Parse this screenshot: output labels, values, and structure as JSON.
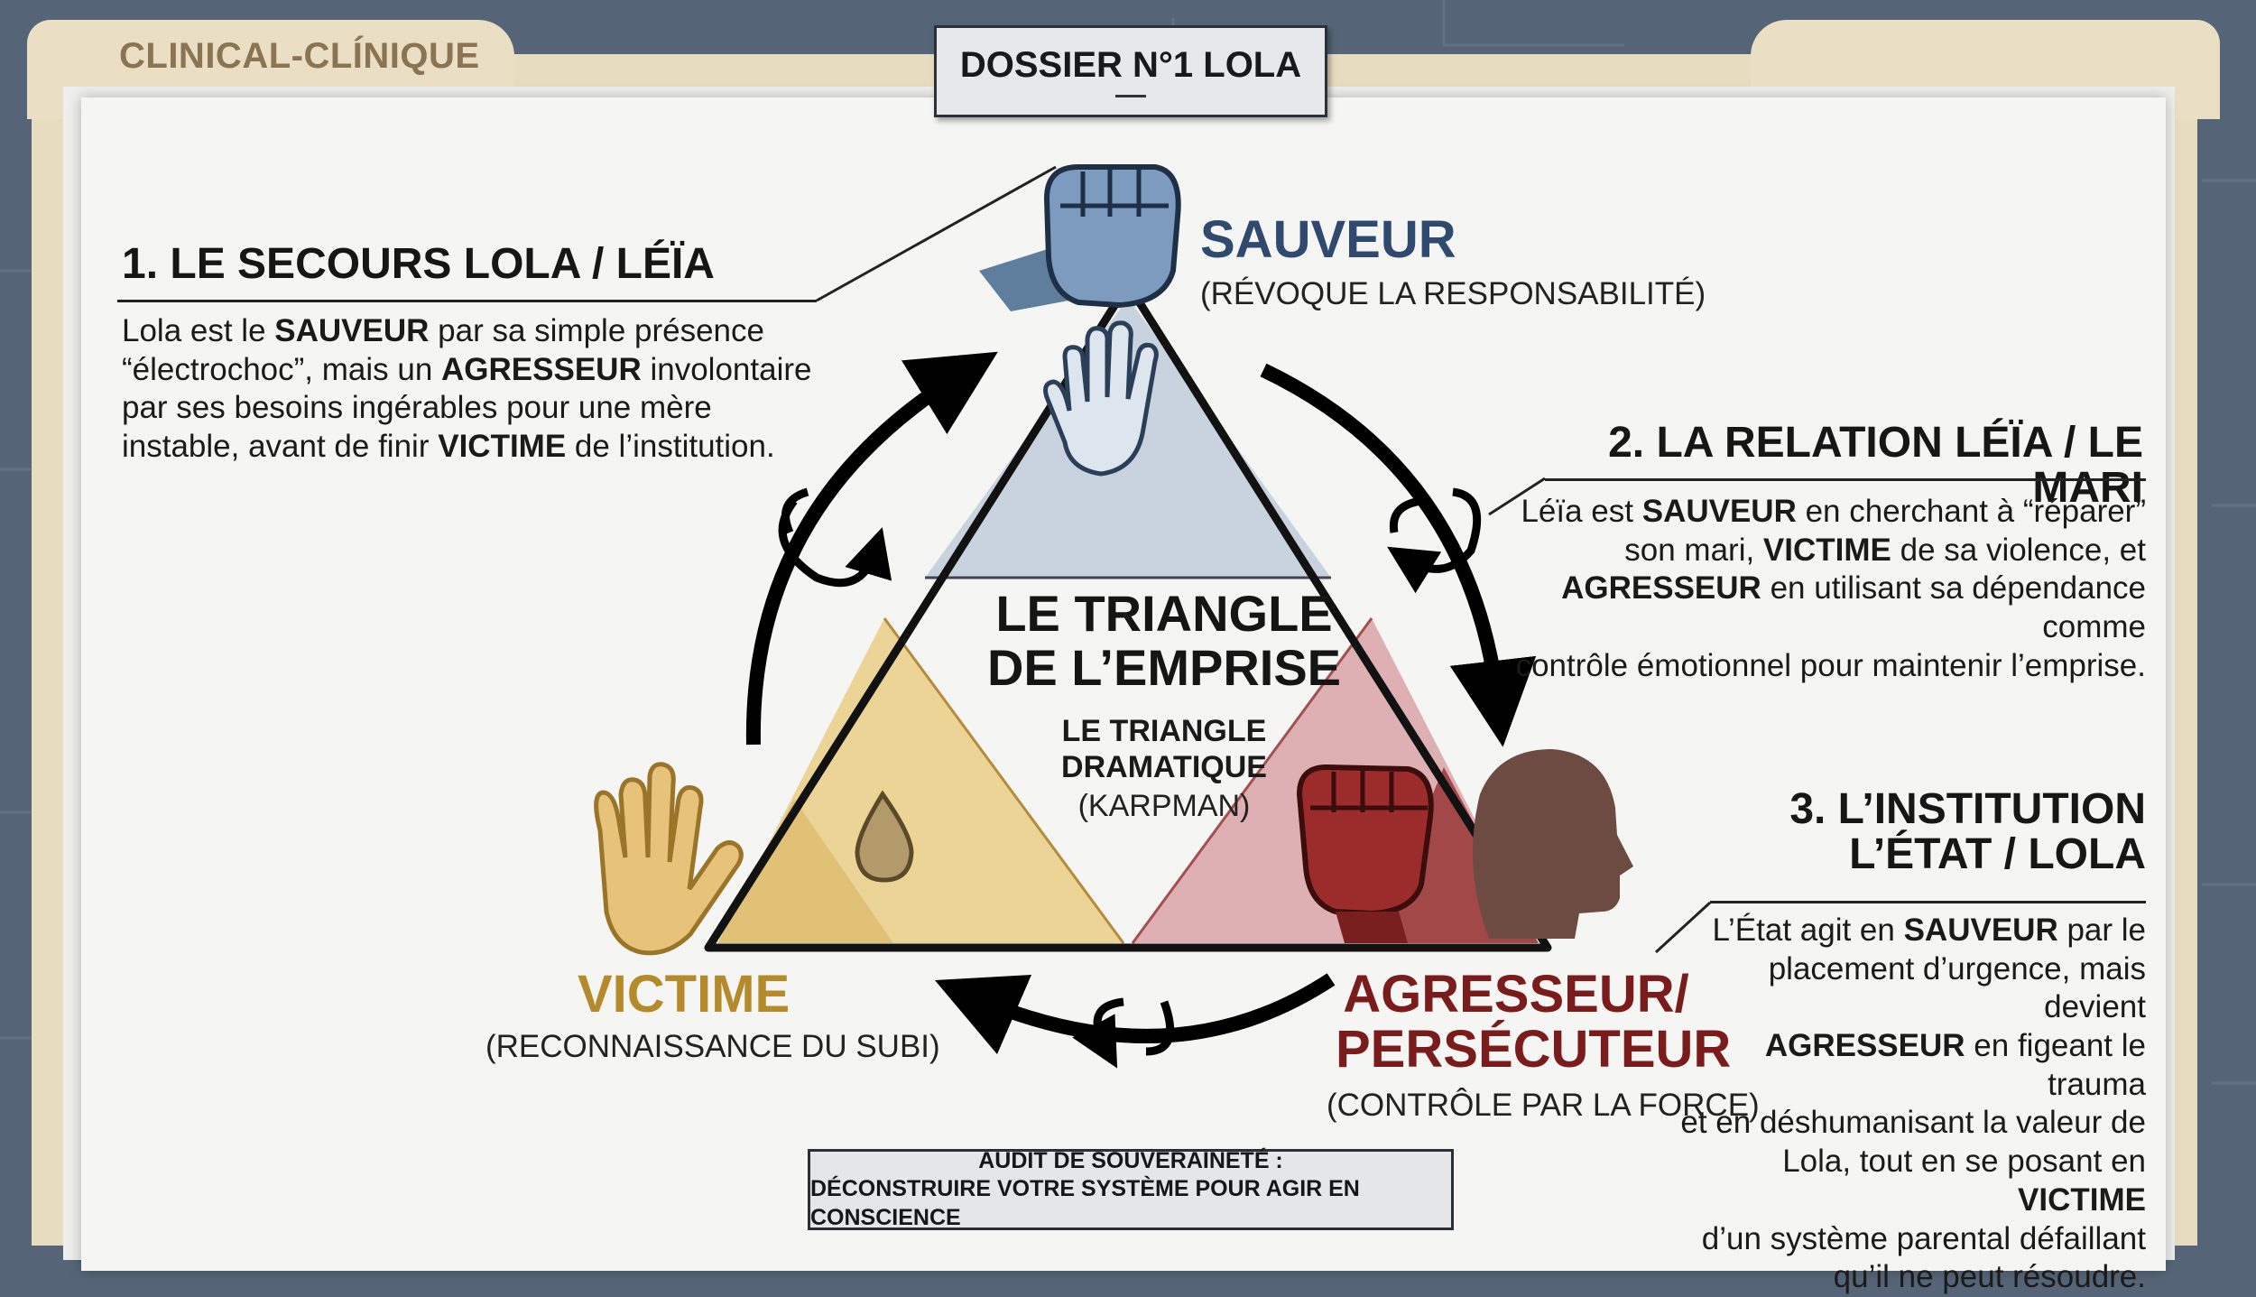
{
  "folder": {
    "tab_label": "CLINICAL-CLÍNIQUE"
  },
  "dossier": {
    "title": "DOSSIER N°1 LOLA"
  },
  "center": {
    "title_line1": "LE TRIANGLE",
    "title_line2": "DE L’EMPRISE",
    "sub_line1": "LE TRIANGLE",
    "sub_line2": "DRAMATIQUE",
    "sub_line3": "(KARPMAN)"
  },
  "roles": {
    "sauveur": {
      "name": "SAUVEUR",
      "sub": "(RÉVOQUE LA RESPONSABILITÉ)"
    },
    "victime": {
      "name": "VICTIME",
      "sub": "(RECONNAISSANCE DU SUBI)"
    },
    "agresseur": {
      "name_line1": "AGRESSEUR/",
      "name_line2": "PERSÉCUTEUR",
      "sub": "(CONTRÔLE PAR LA FORCE)"
    }
  },
  "sections": {
    "s1": {
      "title": "1. LE SECOURS LOLA / LÉÏA",
      "p": [
        [
          "Lola est le ",
          "SAUVEUR",
          " par sa simple présence"
        ],
        [
          "“électrochoc”, mais un ",
          "AGRESSEUR",
          " involontaire"
        ],
        [
          "par ses besoins ingérables pour une mère",
          "",
          ""
        ],
        [
          "instable, avant de finir ",
          "VICTIME",
          " de l’institution."
        ]
      ]
    },
    "s2": {
      "title": "2. LA RELATION LÉÏA / LE MARI",
      "p": [
        [
          "Léïa est ",
          "SAUVEUR",
          " en cherchant à “réparer”"
        ],
        [
          "son mari, ",
          "VICTIME",
          " de sa violence, et"
        ],
        [
          "",
          "AGRESSEUR",
          " en utilisant sa dépendance comme"
        ],
        [
          "contrôle émotionnel pour maintenir l’emprise.",
          "",
          ""
        ]
      ]
    },
    "s3": {
      "title_line1": "3. L’INSTITUTION",
      "title_line2": "L’ÉTAT / LOLA",
      "p": [
        [
          "L’État agit en ",
          "SAUVEUR",
          " par le"
        ],
        [
          "placement d’urgence, mais devient",
          "",
          ""
        ],
        [
          "",
          "AGRESSEUR",
          " en figeant le trauma"
        ],
        [
          "et en déshumanisant la valeur de",
          "",
          ""
        ],
        [
          "Lola, tout en se posant en ",
          "VICTIME",
          ""
        ],
        [
          "d’un système parental défaillant",
          "",
          ""
        ],
        [
          "qu’il ne peut résoudre.",
          "",
          ""
        ]
      ]
    }
  },
  "audit": {
    "line1": "AUDIT DE SOUVERAINETÉ :",
    "line2": "DÉCONSTRUIRE VOTRE SYSTÈME POUR AGIR EN CONSCIENCE"
  },
  "colors": {
    "sauveur": "#2f4a6e",
    "victime": "#b58a2a",
    "agresseur": "#7a1c1c",
    "tri_top": "#c9d3df",
    "tri_left": "#ecd497",
    "tri_right": "#dfb0b3"
  },
  "icons": [
    "raised-fist-icon",
    "open-hand-icon",
    "droplet-icon",
    "head-silhouette-icon",
    "cycle-arrow-icon"
  ]
}
